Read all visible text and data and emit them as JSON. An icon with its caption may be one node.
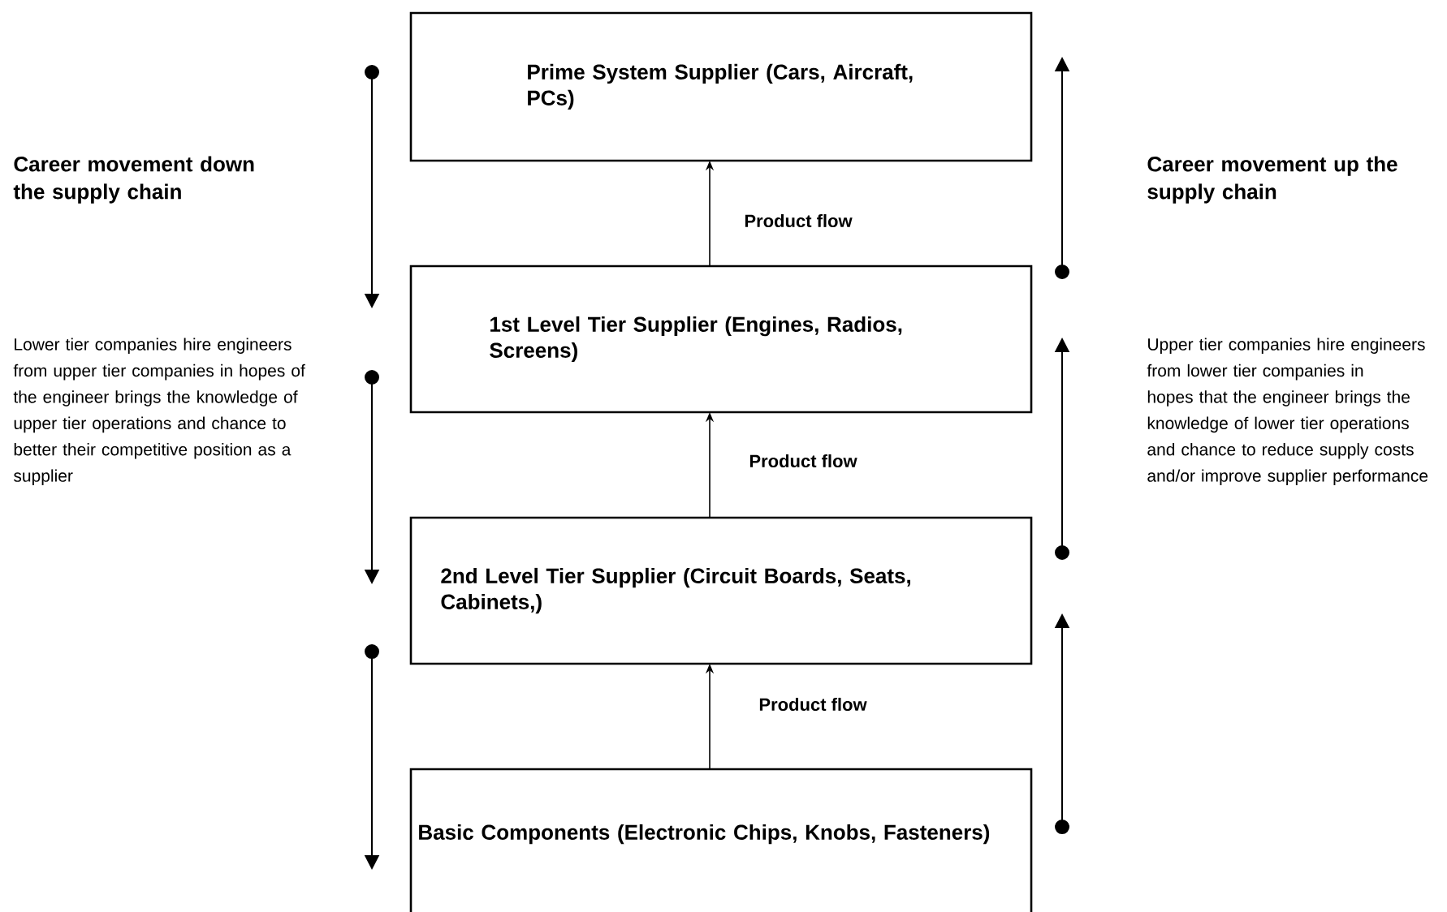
{
  "diagram": {
    "nodes": [
      {
        "text": [
          "Prime System Supplier (Cars, Aircraft, PCs)"
        ]
      },
      {
        "text": [
          "1st Level Tier Supplier (Engines, Radios, Screens)"
        ]
      },
      {
        "text": [
          "2nd Level Tier Supplier (Circuit Boards, Seats, Cabinets,)"
        ]
      },
      {
        "text": [
          "Basic Components (Electronic Chips, Knobs, Fasteners)"
        ]
      }
    ],
    "edges": [
      {
        "from": 1,
        "to": 0,
        "arrow": "to",
        "label": "Product flow"
      },
      {
        "from": 2,
        "to": 1,
        "arrow": "to",
        "label": "Product flow"
      },
      {
        "from": 3,
        "to": 2,
        "arrow": "to",
        "label": "Product flow"
      }
    ],
    "labels": [
      "Career movement down the supply chain",
      "Career movement up the supply chain",
      "Lower tier companies hire engineers from upper tier companies in hopes of the engineer brings the knowledge of upper tier operations and chance to better their competitive position as a supplier",
      "Upper tier companies hire engineers from lower tier companies in hopes that the engineer brings the knowledge of lower tier operations and chance to reduce supply costs and/or improve supplier performance"
    ]
  }
}
